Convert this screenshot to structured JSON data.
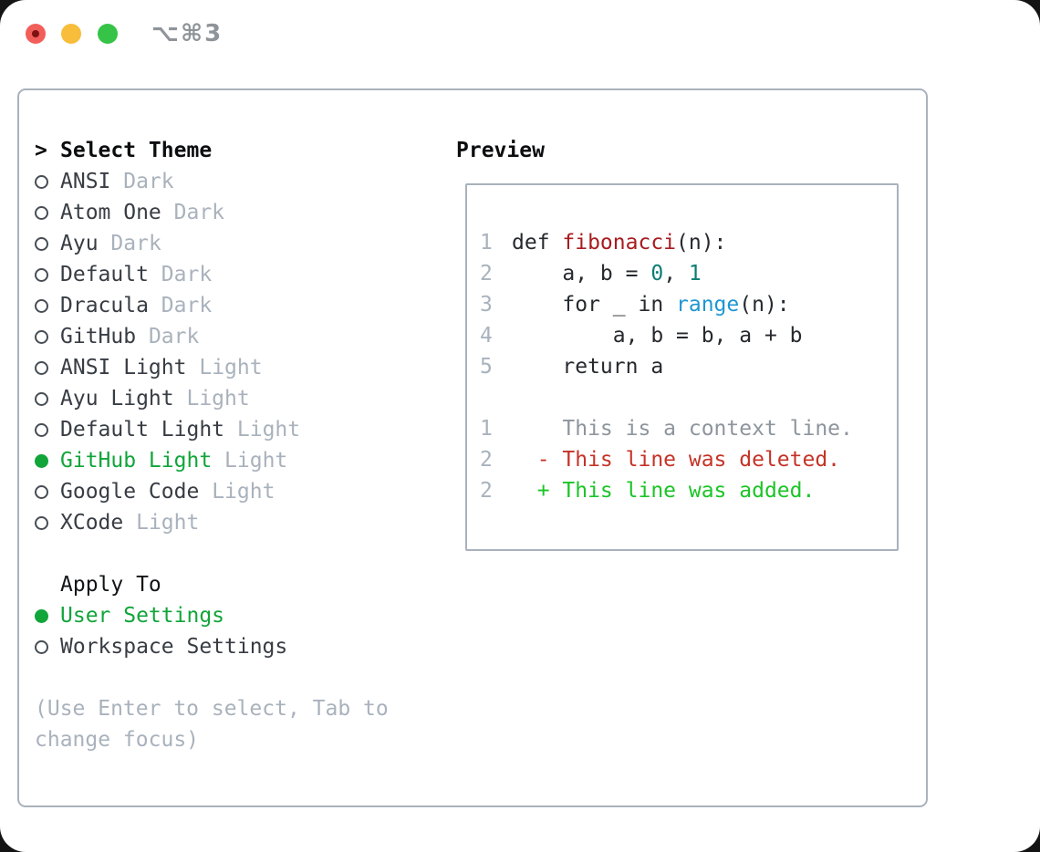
{
  "window": {
    "shortcut_label": "⌥⌘3"
  },
  "colors": {
    "accent_green": "#11a53a",
    "diff_added": "#1cc427",
    "diff_deleted": "#c53327",
    "syntax_function": "#a81c20",
    "syntax_number": "#0c7d74",
    "syntax_builtin": "#1e97d2",
    "muted_gray": "#a9b2bc",
    "context_gray": "#8d959d",
    "text_dark": "#383d44",
    "heading_dark": "#0c0d0f",
    "code_text": "#26292e",
    "border_gray": "#a9b2bc",
    "traffic_red": "#f25e5a",
    "traffic_yellow": "#f7bd3b",
    "traffic_green": "#35c348"
  },
  "picker": {
    "prompt": ">",
    "title": "Select Theme",
    "themes": [
      {
        "name": "ANSI",
        "variant": "Dark",
        "selected": false
      },
      {
        "name": "Atom One",
        "variant": "Dark",
        "selected": false
      },
      {
        "name": "Ayu",
        "variant": "Dark",
        "selected": false
      },
      {
        "name": "Default",
        "variant": "Dark",
        "selected": false
      },
      {
        "name": "Dracula",
        "variant": "Dark",
        "selected": false
      },
      {
        "name": "GitHub",
        "variant": "Dark",
        "selected": false
      },
      {
        "name": "ANSI Light",
        "variant": "Light",
        "selected": false
      },
      {
        "name": "Ayu Light",
        "variant": "Light",
        "selected": false
      },
      {
        "name": "Default Light",
        "variant": "Light",
        "selected": false
      },
      {
        "name": "GitHub Light",
        "variant": "Light",
        "selected": true
      },
      {
        "name": "Google Code",
        "variant": "Light",
        "selected": false
      },
      {
        "name": "XCode",
        "variant": "Light",
        "selected": false
      }
    ],
    "apply_to": {
      "label": "Apply To",
      "options": [
        {
          "name": "User Settings",
          "selected": true
        },
        {
          "name": "Workspace Settings",
          "selected": false
        }
      ]
    },
    "hint": "(Use Enter to select, Tab to change focus)"
  },
  "preview": {
    "title": "Preview",
    "lines": [
      {
        "n": "1",
        "segments": [
          {
            "t": "def ",
            "c": "plain"
          },
          {
            "t": "fibonacci",
            "c": "func"
          },
          {
            "t": "(n):",
            "c": "plain"
          }
        ]
      },
      {
        "n": "2",
        "segments": [
          {
            "t": "    a, b = ",
            "c": "plain"
          },
          {
            "t": "0",
            "c": "num"
          },
          {
            "t": ", ",
            "c": "plain"
          },
          {
            "t": "1",
            "c": "num"
          }
        ]
      },
      {
        "n": "3",
        "segments": [
          {
            "t": "    for _ in ",
            "c": "plain"
          },
          {
            "t": "range",
            "c": "builtin"
          },
          {
            "t": "(n):",
            "c": "plain"
          }
        ]
      },
      {
        "n": "4",
        "segments": [
          {
            "t": "        a, b = b, a + b",
            "c": "plain"
          }
        ]
      },
      {
        "n": "5",
        "segments": [
          {
            "t": "    return a",
            "c": "plain"
          }
        ]
      },
      {
        "n": "",
        "segments": []
      },
      {
        "n": "1",
        "segments": [
          {
            "t": "    This is a context line.",
            "c": "context"
          }
        ]
      },
      {
        "n": "2",
        "segments": [
          {
            "t": "  - This line was deleted.",
            "c": "deleted"
          }
        ]
      },
      {
        "n": "2",
        "segments": [
          {
            "t": "  + This line was added.",
            "c": "added"
          }
        ]
      }
    ]
  }
}
